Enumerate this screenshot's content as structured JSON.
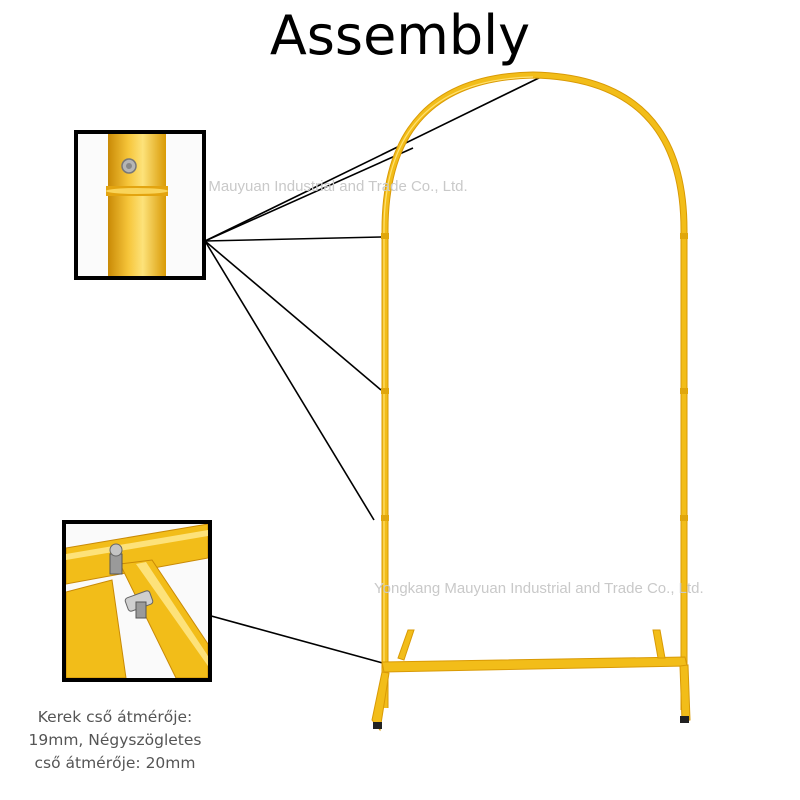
{
  "title": "Assembly",
  "watermark": "Yongkang Mauyuan Industrial and Trade Co., Ltd.",
  "caption": {
    "line1": "Kerek cső átmérője:",
    "line2": "19mm, Négyszögletes",
    "line3": "cső átmérője: 20mm"
  },
  "colors": {
    "frame": "#f2bd19",
    "frame_dark": "#d99a05",
    "frame_light": "#ffe070",
    "pointer": "#000000",
    "caption": "#555555",
    "watermark": "#c9c9c9"
  },
  "icons": {
    "inset_top": "joint-pin-closeup",
    "inset_bottom": "base-clamp-closeup"
  }
}
